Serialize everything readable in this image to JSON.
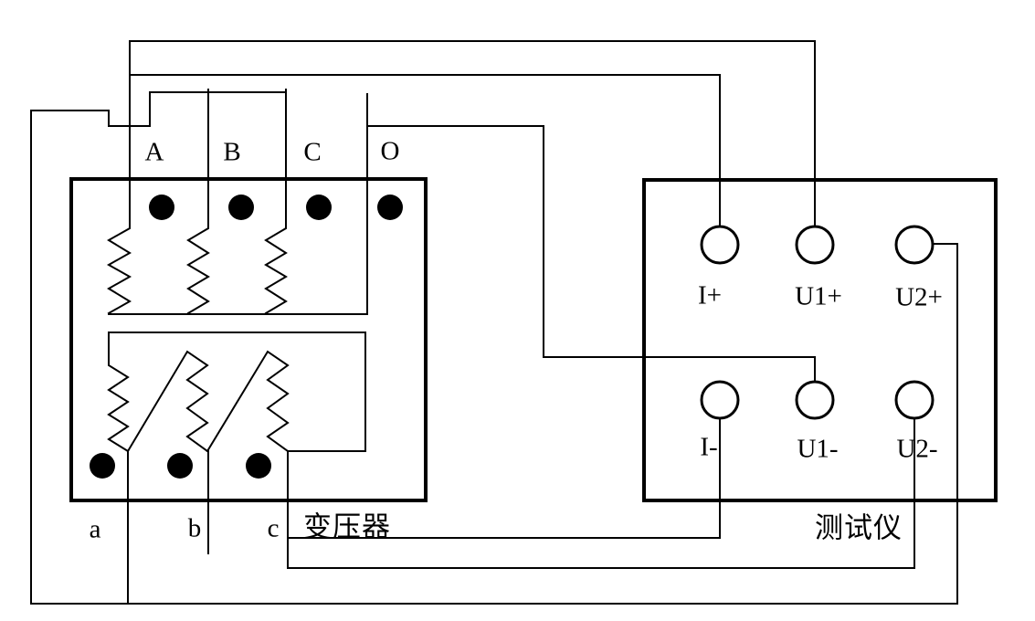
{
  "diagram": {
    "transformer": {
      "name": "变压器",
      "hv_terminals": [
        "A",
        "B",
        "C",
        "O"
      ],
      "lv_terminals": [
        "a",
        "b",
        "c"
      ]
    },
    "tester": {
      "name": "测试仪",
      "terminals_top": [
        "I+",
        "U1+",
        "U2+"
      ],
      "terminals_bottom": [
        "I-",
        "U1-",
        "U2-"
      ]
    },
    "colors": {
      "line": "#000000",
      "background": "#ffffff"
    }
  }
}
